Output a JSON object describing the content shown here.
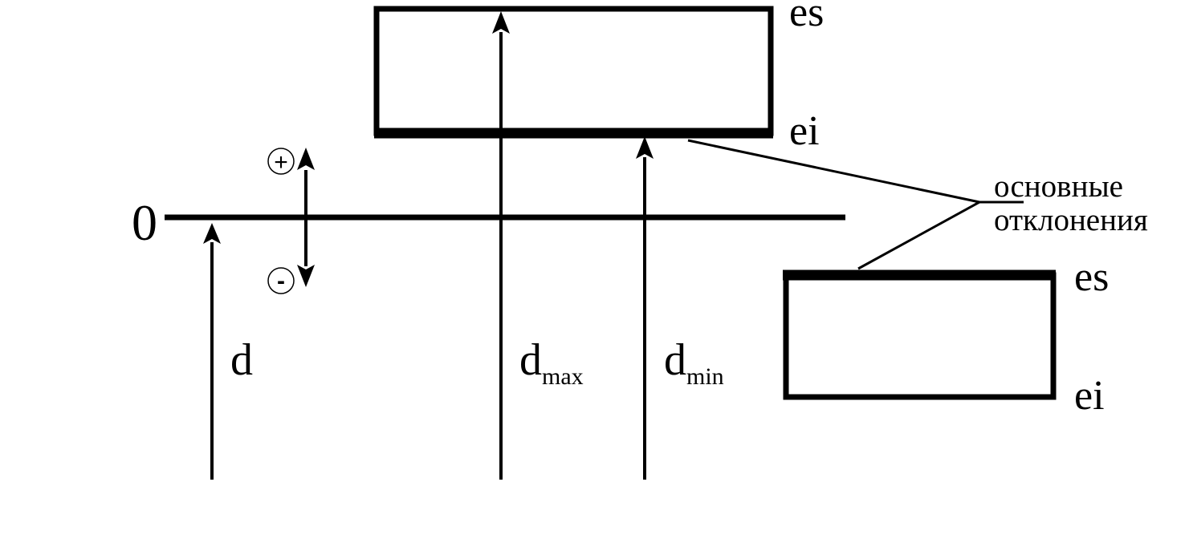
{
  "colors": {
    "ink": "#000000",
    "background": "#ffffff"
  },
  "zero_line": {
    "label": "0"
  },
  "sign_indicator": {
    "plus": "+",
    "minus": "-"
  },
  "tolerance_field_upper": {
    "upper_label": "es",
    "lower_label": "ei"
  },
  "tolerance_field_lower": {
    "upper_label": "es",
    "lower_label": "ei"
  },
  "basic_deviation": {
    "line1": "основные",
    "line2": "отклонения"
  },
  "dimensions": {
    "d": {
      "symbol": "d"
    },
    "d_max": {
      "symbol": "d",
      "subscript": "max"
    },
    "d_min": {
      "symbol": "d",
      "subscript": "min"
    }
  }
}
